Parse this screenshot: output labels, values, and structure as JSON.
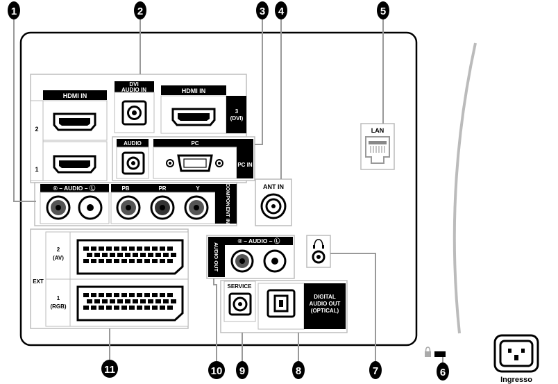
{
  "callouts": [
    "1",
    "2",
    "3",
    "4",
    "5",
    "6",
    "7",
    "8",
    "9",
    "10",
    "11"
  ],
  "hdmi": {
    "header_left": "HDMI IN",
    "header_right": "HDMI IN",
    "port2": "2",
    "port1": "1",
    "port3_line1": "3",
    "port3_line2": "(DVI)"
  },
  "dvi_audio": {
    "line1": "DVI",
    "line2": "AUDIO IN"
  },
  "pc": {
    "audio_label": "AUDIO",
    "pc_label": "PC",
    "pc_in": "PC IN"
  },
  "component": {
    "audio_label": "® – AUDIO – Ⓛ",
    "pb": "PB",
    "pr": "PR",
    "y": "Y",
    "side_label": "COMPONENT IN"
  },
  "antenna": {
    "label": "ANT IN"
  },
  "lan": {
    "label": "LAN"
  },
  "ext": {
    "label": "EXT",
    "av_line1": "2",
    "av_line2": "(AV)",
    "rgb_line1": "1",
    "rgb_line2": "(RGB)"
  },
  "audio_out": {
    "label": "® – AUDIO – Ⓛ",
    "side_label": "AUDIO OUT"
  },
  "headphone": {
    "icon": "headphone-icon"
  },
  "service": {
    "label": "SERVICE"
  },
  "optical": {
    "line1": "DIGITAL",
    "line2": "AUDIO OUT",
    "line3": "(OPTICAL)"
  },
  "power": {
    "label": "Ingresso"
  },
  "lock": {
    "icon": "kensington-lock-icon"
  }
}
